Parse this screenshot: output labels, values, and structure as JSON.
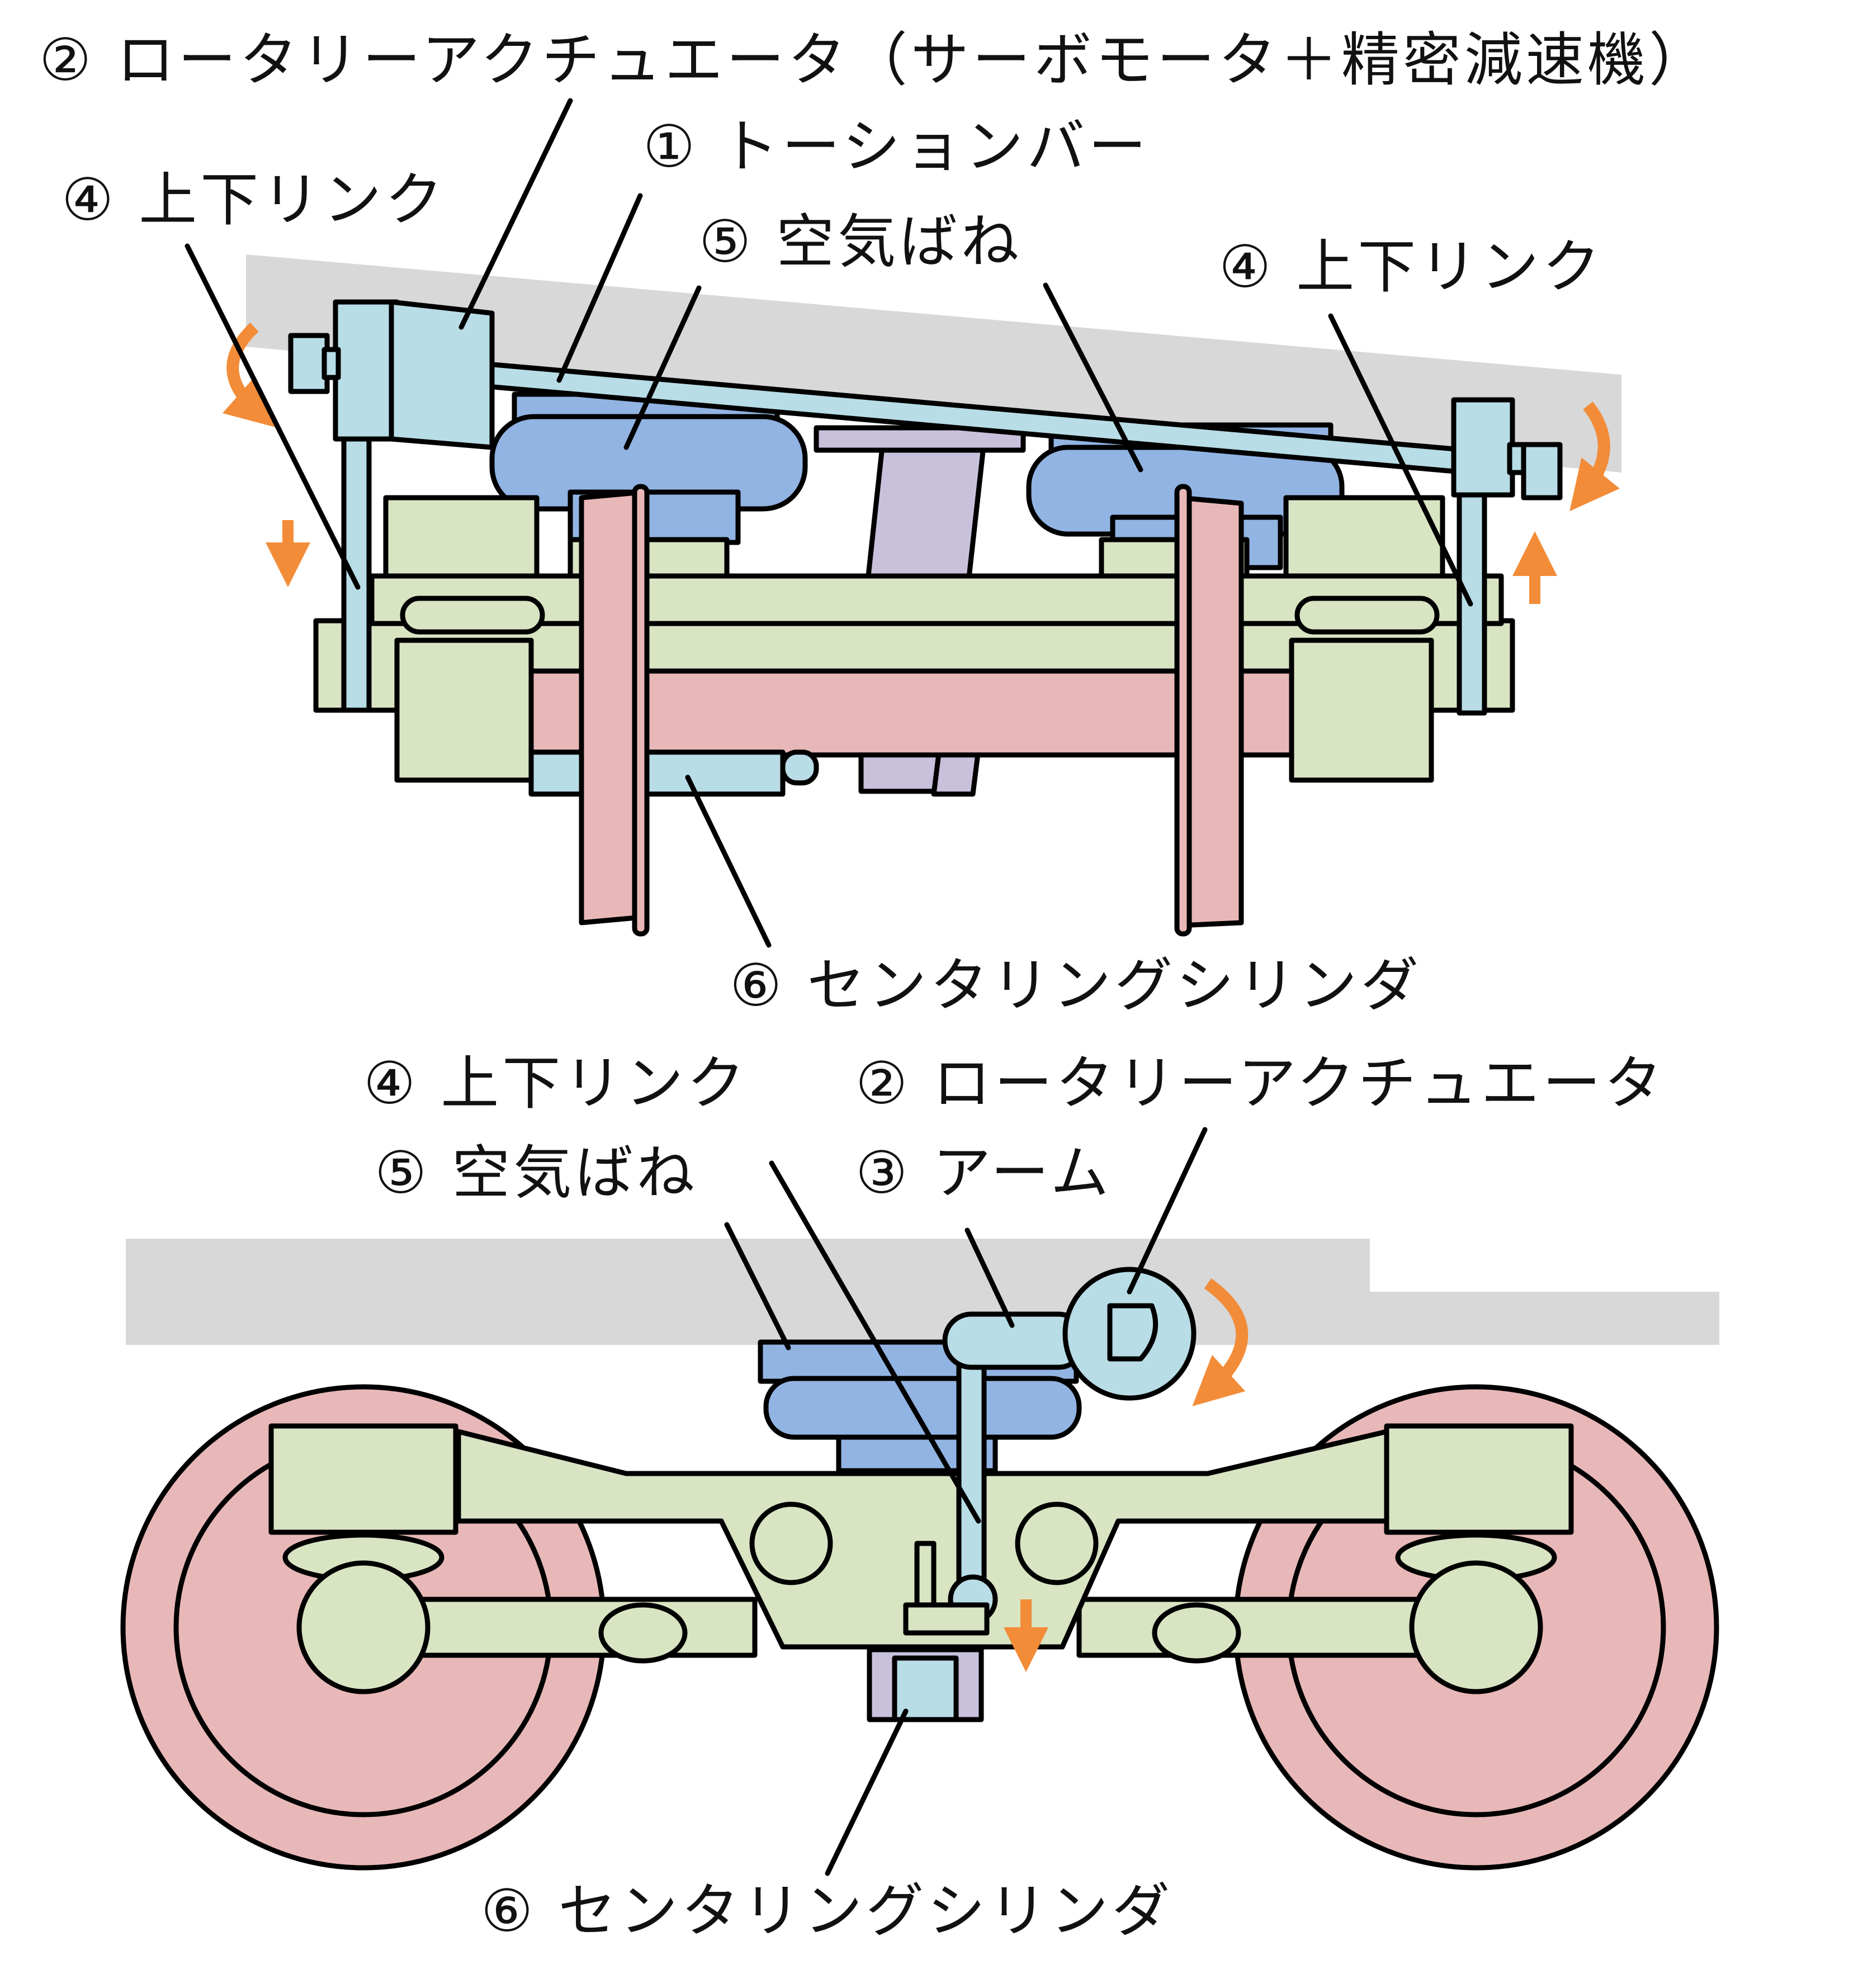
{
  "labels": {
    "top_rotary_actuator": "② ロータリーアクチュエータ（サーボモータ＋精密減速機）",
    "top_torsion_bar": "① トーションバー",
    "top_link_left": "④ 上下リンク",
    "top_air_spring": "⑤ 空気ばね",
    "top_link_right": "④ 上下リンク",
    "top_centering_cylinder": "⑥ センタリングシリンダ",
    "bottom_link": "④ 上下リンク",
    "bottom_rotary_actuator": "② ロータリーアクチュエータ",
    "bottom_air_spring": "⑤ 空気ばね",
    "bottom_arm": "③ アーム",
    "bottom_centering_cylinder": "⑥ センタリングシリンダ"
  },
  "colors": {
    "car_body": "#d8d8d8",
    "bogie_frame": "#d9e4c3",
    "wheel": "#e8b8b8",
    "actuator_link": "#b8dde6",
    "air_spring": "#92b4e3",
    "bolster": "#c9c1dc",
    "arrow": "#f28c38",
    "outline": "#000000"
  },
  "icons": {
    "rotation_arrow": "curved-arrow-icon",
    "motion_arrow": "straight-arrow-icon"
  }
}
